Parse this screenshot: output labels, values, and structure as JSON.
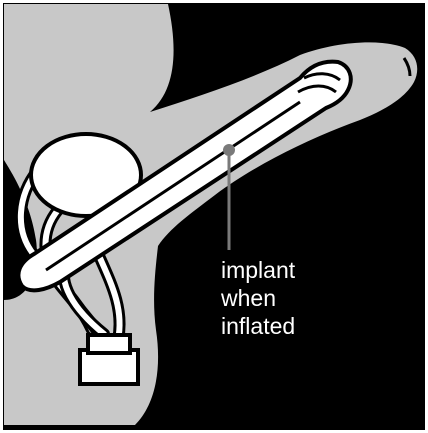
{
  "callout": {
    "lines": [
      "implant",
      "when",
      "inflated"
    ]
  },
  "colors": {
    "background": "#000000",
    "body": "#c8c8c8",
    "implant": "#ffffff",
    "outline": "#000000",
    "leader": "#7a7a7a",
    "label": "#ffffff"
  }
}
